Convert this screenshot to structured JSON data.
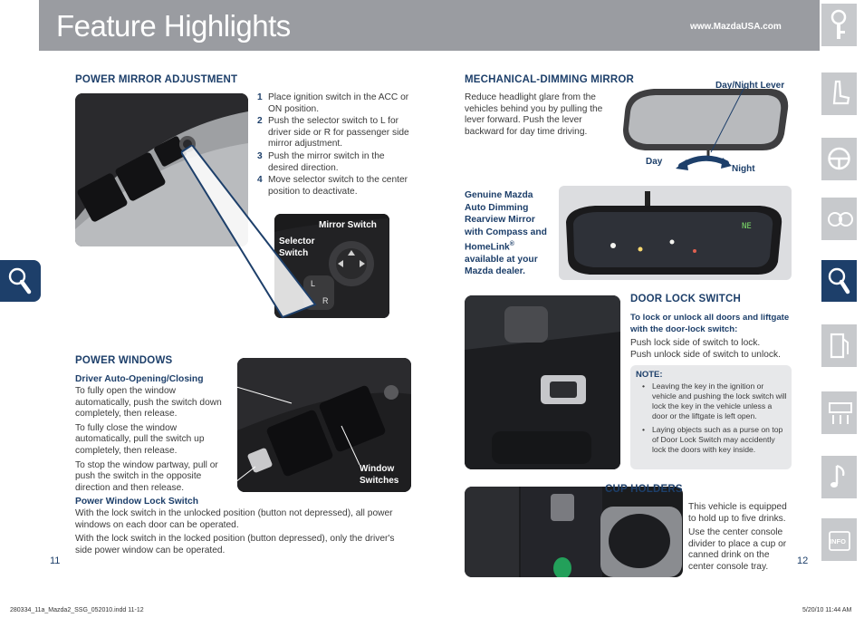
{
  "header": {
    "title": "Feature Highlights",
    "url": "www.MazdaUSA.com"
  },
  "left_page": {
    "mirror_section": {
      "heading": "POWER MIRROR ADJUSTMENT",
      "steps": [
        {
          "num": "1",
          "text": "Place ignition switch in the ACC or ON position."
        },
        {
          "num": "2",
          "text": "Push the selector switch to L for driver side or R for passenger side mirror adjustment."
        },
        {
          "num": "3",
          "text": "Push the mirror switch in the desired direction."
        },
        {
          "num": "4",
          "text": "Move selector switch to the center position to deactivate."
        }
      ],
      "callout_mirror_switch": "Mirror Switch",
      "callout_selector_switch": "Selector Switch",
      "switch_letters": {
        "l": "L",
        "r": "R"
      }
    },
    "windows_section": {
      "heading": "POWER WINDOWS",
      "auto_heading": "Driver Auto-Opening/Closing",
      "paragraphs": [
        "To fully open the window automatically, push the switch down completely, then release.",
        "To fully close the window automatically, pull the switch up completely, then release.",
        "To stop the window partway, pull or push the switch in the opposite direction and then release."
      ],
      "lock_heading": "Power Window Lock Switch",
      "lock_paragraphs": [
        "With the lock switch in the unlocked position (button not depressed), all power windows on each door can be operated.",
        "With the lock switch in the locked position (button depressed), only the driver's side power window can be operated."
      ],
      "callout_window_switches": "Window Switches"
    },
    "page_number": "11"
  },
  "right_page": {
    "dimming_section": {
      "heading": "MECHANICAL-DIMMING MIRROR",
      "text": "Reduce headlight glare from the vehicles behind you by pulling the lever forward. Push the lever backward for day time driving.",
      "lever_label": "Day/Night Lever",
      "day_label": "Day",
      "night_label": "Night"
    },
    "auto_dimming": {
      "text_main": "Genuine Mazda Auto Dimming Rearview Mirror with Compass and HomeLink",
      "registered": "®",
      "text_tail": "available at your Mazda dealer.",
      "compass_text": "NE"
    },
    "door_lock_section": {
      "heading": "DOOR LOCK SWITCH",
      "subheading": "To lock or unlock all doors and liftgate with the door-lock switch:",
      "lines": [
        "Push lock side of switch to lock.",
        "Push unlock side of switch to unlock."
      ],
      "note_title": "NOTE:",
      "notes": [
        "Leaving the key in the ignition or vehicle and pushing the lock switch will lock the key in the vehicle unless a door or the liftgate is left open.",
        "Laying objects such as a purse on top of Door Lock Switch may accidently lock the doors with key inside."
      ]
    },
    "cup_holders": {
      "heading": "CUP HOLDERS",
      "paragraphs": [
        "This vehicle is equipped to hold up to five drinks.",
        "Use the center console divider to place a cup or canned drink on the center console tray."
      ]
    },
    "page_number": "12"
  },
  "side_tabs": [
    {
      "icon": "key-icon"
    },
    {
      "icon": "seat-icon"
    },
    {
      "icon": "steering-wheel-icon"
    },
    {
      "icon": "gauges-icon"
    },
    {
      "icon": "search-icon",
      "active": true
    },
    {
      "icon": "fuel-pump-icon"
    },
    {
      "icon": "climate-icon"
    },
    {
      "icon": "music-note-icon"
    },
    {
      "icon": "info-icon",
      "label": "INFO"
    }
  ],
  "footer": {
    "file": "280334_11a_Mazda2_SSG_052010.indd   11-12",
    "date": "5/20/10   11:44 AM"
  },
  "colors": {
    "navy": "#1d3f6a",
    "header_gray": "#9a9ca1",
    "tab_gray": "#c7c9cc",
    "note_gray": "#e7e8ea"
  }
}
